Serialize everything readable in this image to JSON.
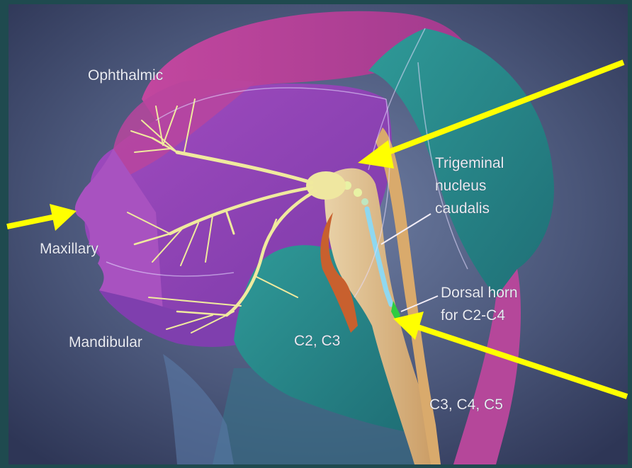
{
  "labels": {
    "ophthalmic": "Ophthalmic",
    "maxillary": "Maxillary",
    "mandibular": "Mandibular",
    "trigeminal_line1": "Trigeminal",
    "trigeminal_line2": "nucleus",
    "trigeminal_line3": "caudalis",
    "dorsal_line1": "Dorsal horn",
    "dorsal_line2": "for C2-C4",
    "c2c3": "C2, C3",
    "c3c4c5": "C3, C4, C5"
  },
  "colors": {
    "frame": "#1f4a4f",
    "dermatome_magenta": "#b0408f",
    "dermatome_purple": "#8a46b0",
    "dermatome_teal": "#2f8c8c",
    "nerve_yellow": "#f0ea9e",
    "arrow_yellow": "#ffff00",
    "nucleus_blue": "#8fd8f0",
    "dorsal_green": "#2ecc40"
  }
}
